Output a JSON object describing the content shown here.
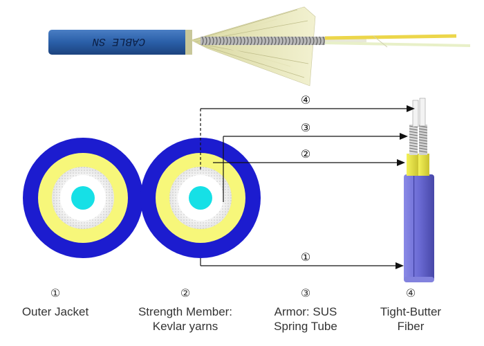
{
  "cable_print": "CABLE SN",
  "callout_markers": [
    "④",
    "③",
    "②",
    "①"
  ],
  "captions": [
    {
      "number": "①",
      "lines": [
        "Outer Jacket"
      ]
    },
    {
      "number": "②",
      "lines": [
        "Strength Member:",
        "Kevlar yarns"
      ]
    },
    {
      "number": "③",
      "lines": [
        "Armor: SUS",
        "Spring Tube"
      ]
    },
    {
      "number": "④",
      "lines": [
        "Tight-Butter",
        "Fiber"
      ]
    }
  ],
  "colors": {
    "jacket": "#1c1ccf",
    "kevlar": "#f7f77a",
    "armor": "#d8d8d8",
    "fiber": "#16e0e6",
    "line": "#111111",
    "purple_jacket": "#6f6fd6"
  }
}
